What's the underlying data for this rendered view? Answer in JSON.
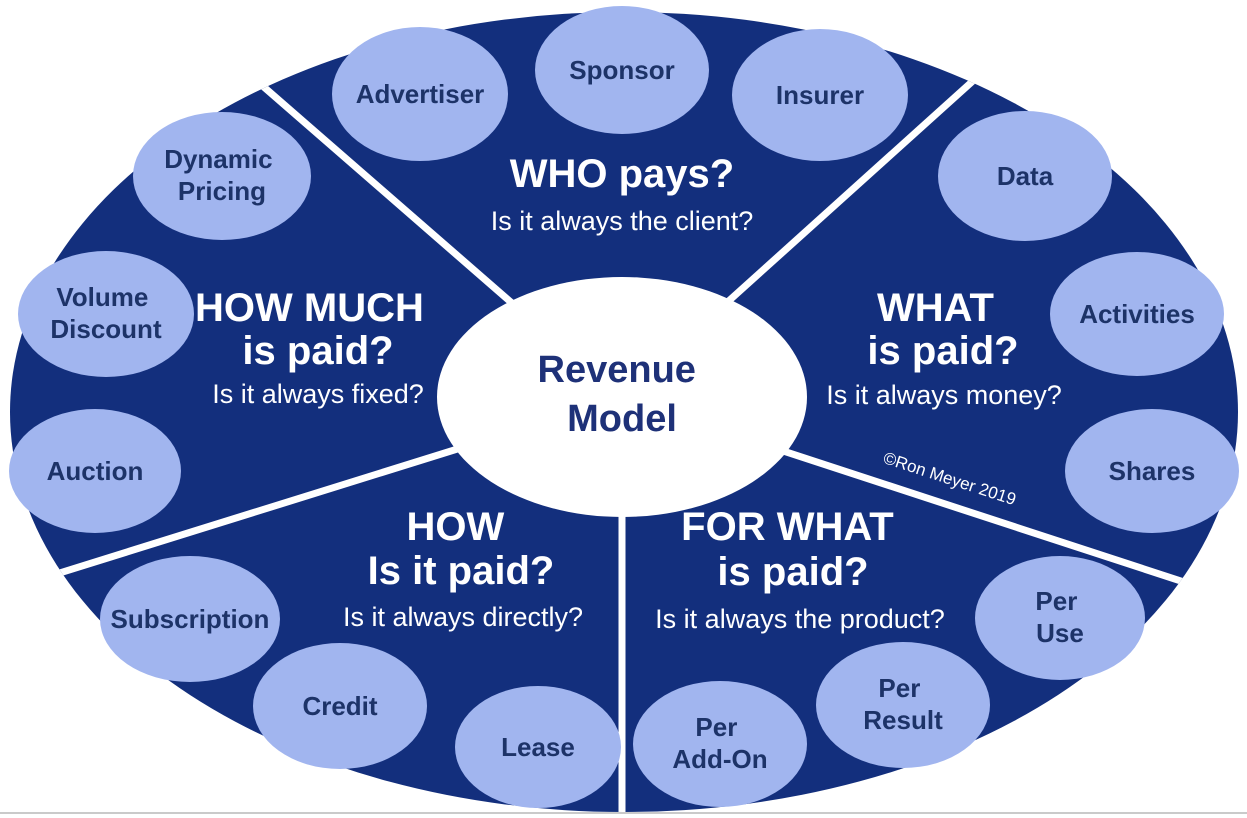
{
  "center": {
    "label": "Revenue Model",
    "line1": "Revenue",
    "line2": "Model"
  },
  "copyright": "©Ron Meyer 2019",
  "sectors": [
    {
      "name": "WHO pays?",
      "heading_lines": [
        "WHO pays?"
      ],
      "question": "Is it always the client?",
      "bubbles": [
        {
          "label": "Advertiser",
          "lines": [
            "Advertiser"
          ]
        },
        {
          "label": "Sponsor",
          "lines": [
            "Sponsor"
          ]
        },
        {
          "label": "Insurer",
          "lines": [
            "Insurer"
          ]
        }
      ]
    },
    {
      "name": "WHAT is paid?",
      "heading_lines": [
        "WHAT",
        "is paid?"
      ],
      "question": "Is it always money?",
      "bubbles": [
        {
          "label": "Data",
          "lines": [
            "Data"
          ]
        },
        {
          "label": "Activities",
          "lines": [
            "Activities"
          ]
        },
        {
          "label": "Shares",
          "lines": [
            "Shares"
          ]
        }
      ]
    },
    {
      "name": "FOR WHAT is paid?",
      "heading_lines": [
        "FOR WHAT",
        "is paid?"
      ],
      "question": "Is it always the product?",
      "bubbles": [
        {
          "label": "Per Use",
          "lines": [
            "Per",
            "Use"
          ]
        },
        {
          "label": "Per Result",
          "lines": [
            "Per",
            "Result"
          ]
        },
        {
          "label": "Per Add-On",
          "lines": [
            "Per",
            "Add-On"
          ]
        }
      ]
    },
    {
      "name": "HOW Is it paid?",
      "heading_lines": [
        "HOW",
        "Is it paid?"
      ],
      "question": "Is it always directly?",
      "bubbles": [
        {
          "label": "Subscription",
          "lines": [
            "Subscription"
          ]
        },
        {
          "label": "Credit",
          "lines": [
            "Credit"
          ]
        },
        {
          "label": "Lease",
          "lines": [
            "Lease"
          ]
        }
      ]
    },
    {
      "name": "HOW MUCH is paid?",
      "heading_lines": [
        "HOW MUCH",
        "is paid?"
      ],
      "question": "Is it always fixed?",
      "bubbles": [
        {
          "label": "Dynamic Pricing",
          "lines": [
            "Dynamic",
            "Pricing"
          ]
        },
        {
          "label": "Volume Discount",
          "lines": [
            "Volume",
            "Discount"
          ]
        },
        {
          "label": "Auction",
          "lines": [
            "Auction"
          ]
        }
      ]
    }
  ],
  "colors": {
    "canvas": "#FFFFFF",
    "wheel": "#132F7D",
    "bubble": "#A1B5EF",
    "bubble_text": "#1D3368",
    "center_text": "#1E3178",
    "heading_text": "#FFFFFF",
    "divider": "#FFFFFF",
    "bottom_border": "#CACACA"
  }
}
